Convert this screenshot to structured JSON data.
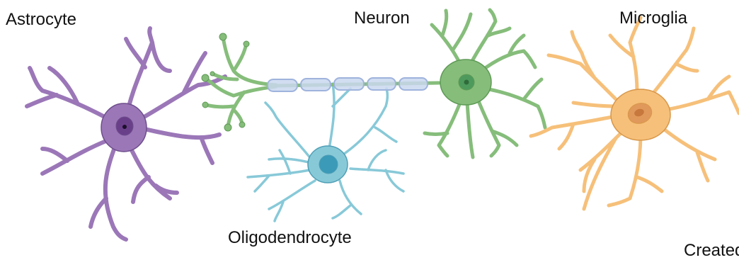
{
  "labels": {
    "astrocyte": "Astrocyte",
    "neuron": "Neuron",
    "microglia": "Microglia",
    "oligodendrocyte": "Oligodendrocyte",
    "partial_label": "Created"
  },
  "colors": {
    "astrocyte": "#9b77b8",
    "astrocyte_outline": "#6e4e8c",
    "astrocyte_nucleus": "#6a3f8a",
    "neuron": "#86bd7b",
    "neuron_outline": "#5e9a55",
    "neuron_nucleus": "#4e9a5d",
    "oligodendrocyte": "#88c9d8",
    "oligodendrocyte_outline": "#4f9fb6",
    "oligodendrocyte_nucleus": "#3a9ab8",
    "myelin": "#c9d7ef",
    "myelin_outline": "#9fb3dc",
    "microglia": "#f6c07a",
    "microglia_outline": "#d8974a",
    "microglia_nucleus": "#e0995a"
  },
  "cells": [
    {
      "name": "astrocyte",
      "icon": "astrocyte-cell"
    },
    {
      "name": "neuron",
      "icon": "neuron-cell"
    },
    {
      "name": "oligodendrocyte",
      "icon": "oligodendrocyte-cell"
    },
    {
      "name": "microglia",
      "icon": "microglia-cell"
    }
  ]
}
